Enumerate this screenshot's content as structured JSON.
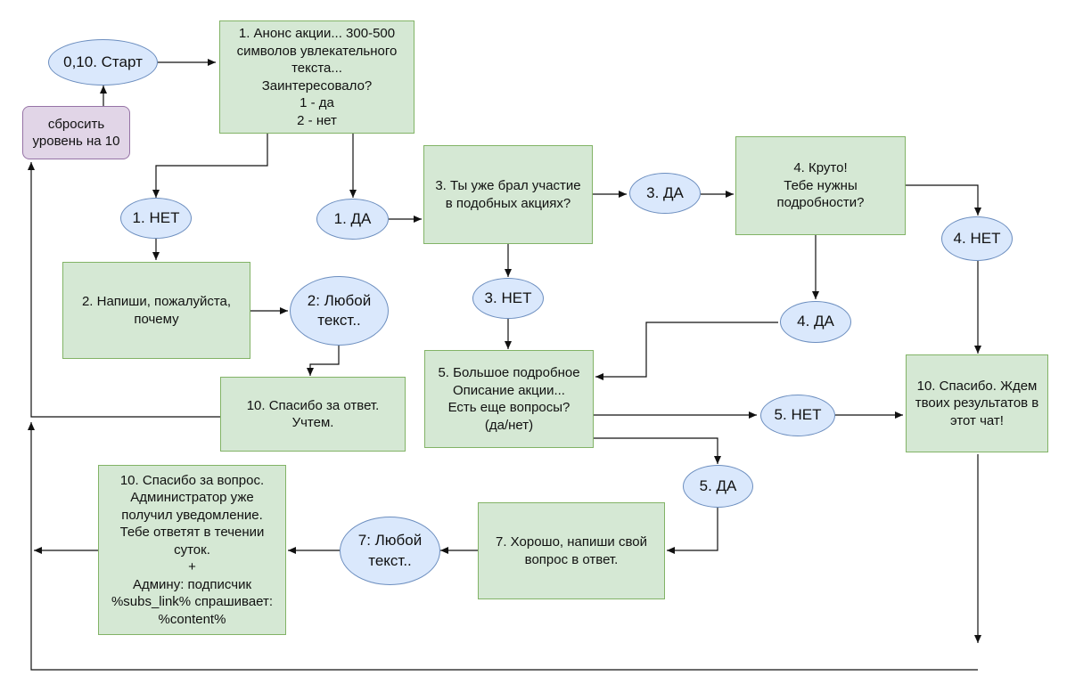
{
  "nodes": {
    "start": "0,10. Старт",
    "reset": "сбросить\nуровень на 10",
    "announce": "1. Анонс акции... 300-500\nсимволов увлекательного\nтекста...\nЗаинтересовало?\n1 - да\n2 - нет",
    "no1": "1. НЕТ",
    "yes1": "1. ДА",
    "participated": "3. Ты уже брал участие\nв подобных акциях?",
    "yes3": "3. ДА",
    "cool": "4. Круто!\nТебе нужны\nподробности?",
    "no4": "4. НЕТ",
    "why": "2. Напиши, пожалуйста,\nпочему",
    "any2": "2: Любой\nтекст..",
    "no3": "3. НЕТ",
    "yes4": "4. ДА",
    "thanks_answer": "10. Спасибо за ответ.\nУчтем.",
    "details": "5. Большое подробное\nОписание акции...\nЕсть еще вопросы?\n(да/нет)",
    "no5": "5. НЕТ",
    "thanks_results": "10. Спасибо. Ждем\nтвоих результатов в\nэтот чат!",
    "yes5": "5. ДА",
    "thanks_question": "10. Спасибо за вопрос.\nАдминистратор уже\nполучил уведомление.\nТебе ответят в течении\nсуток.\n+\nАдмину: подписчик\n%subs_link%  спрашивает:\n%content%",
    "any7": "7: Любой\nтекст..",
    "write_question": "7. Хорошо, напиши свой\nвопрос в ответ."
  },
  "colors": {
    "process_fill": "#d5e8d4",
    "process_stroke": "#82b366",
    "answer_fill": "#dae8fc",
    "answer_stroke": "#6c8ebf",
    "reset_fill": "#e1d5e7",
    "reset_stroke": "#9673a6"
  }
}
